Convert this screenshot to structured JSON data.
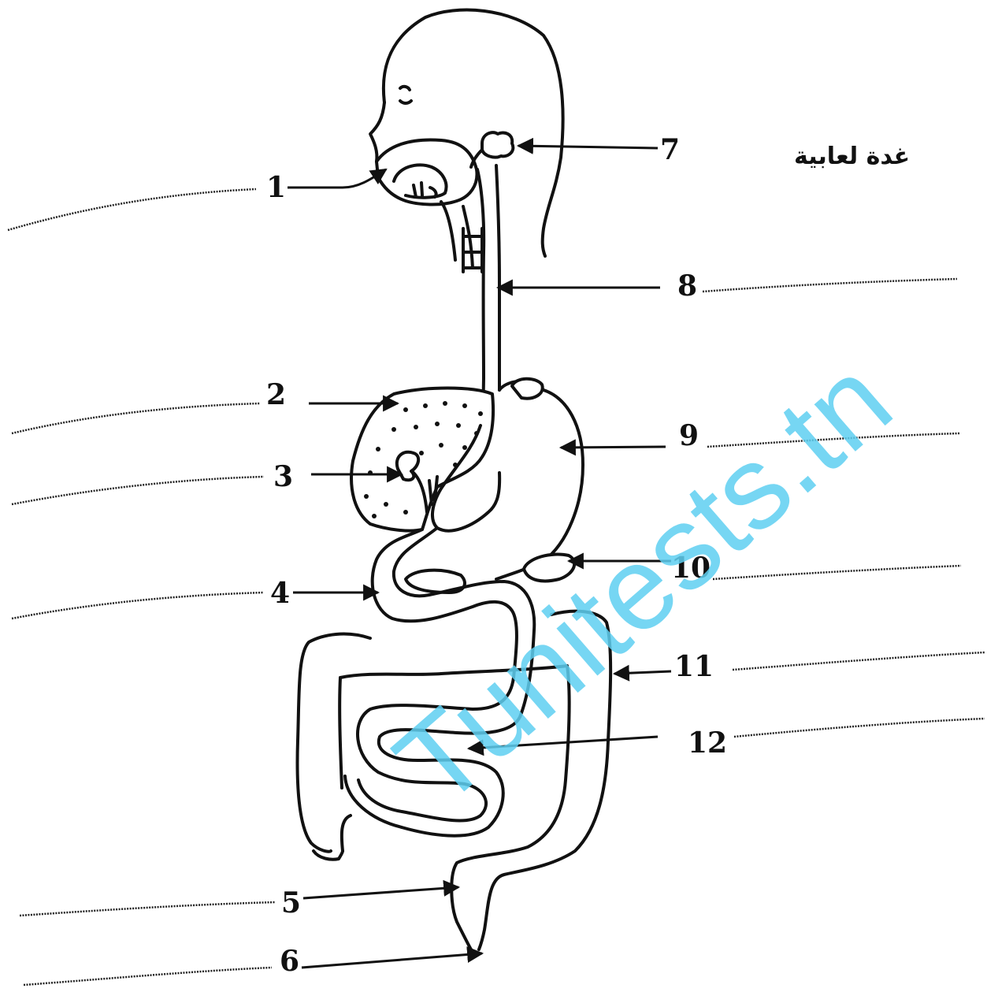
{
  "labels": {
    "n1": "1",
    "n2": "2",
    "n3": "3",
    "n4": "4",
    "n5": "5",
    "n6": "6",
    "n7": "7",
    "n8": "8",
    "n9": "9",
    "n10": "10",
    "n11": "11",
    "n12": "12",
    "salivary_gland": "غدة لعابية"
  },
  "watermark": "Tunitests.tn"
}
